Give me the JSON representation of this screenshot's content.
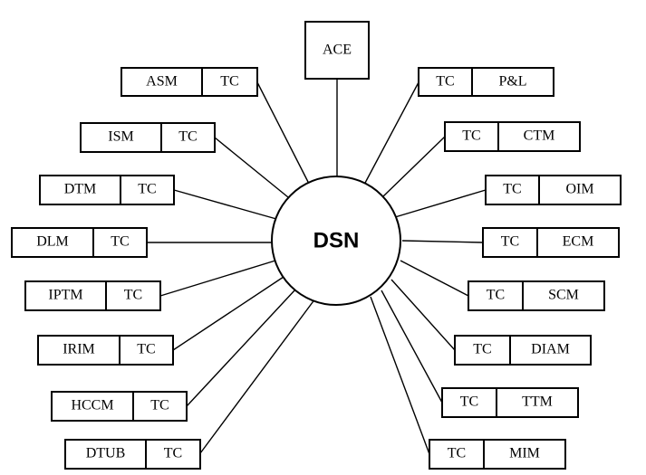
{
  "hub": {
    "label": "DSN"
  },
  "top": {
    "label": "ACE"
  },
  "left_modules": [
    {
      "name": "ASM",
      "tag": "TC"
    },
    {
      "name": "ISM",
      "tag": "TC"
    },
    {
      "name": "DTM",
      "tag": "TC"
    },
    {
      "name": "DLM",
      "tag": "TC"
    },
    {
      "name": "IPTM",
      "tag": "TC"
    },
    {
      "name": "IRIM",
      "tag": "TC"
    },
    {
      "name": "HCCM",
      "tag": "TC"
    },
    {
      "name": "DTUB",
      "tag": "TC"
    }
  ],
  "right_modules": [
    {
      "tag": "TC",
      "name": "P&L"
    },
    {
      "tag": "TC",
      "name": "CTM"
    },
    {
      "tag": "TC",
      "name": "OIM"
    },
    {
      "tag": "TC",
      "name": "ECM"
    },
    {
      "tag": "TC",
      "name": "SCM"
    },
    {
      "tag": "TC",
      "name": "DIAM"
    },
    {
      "tag": "TC",
      "name": "TTM"
    },
    {
      "tag": "TC",
      "name": "MIM"
    }
  ]
}
